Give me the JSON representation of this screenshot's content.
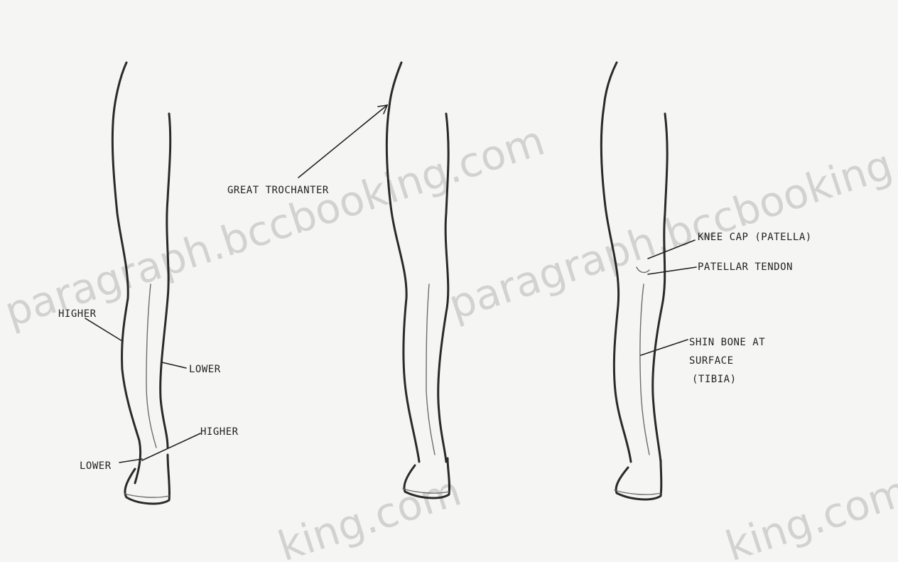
{
  "figure1": {
    "labels": {
      "higher_top": "HIGHER",
      "lower_mid": "LOWER",
      "higher_ankle": "HIGHER",
      "lower_ankle": "LOWER"
    }
  },
  "figure2": {
    "labels": {
      "trochanter": "GREAT TROCHANTER"
    }
  },
  "figure3": {
    "labels": {
      "kneecap": "KNEE CAP (PATELLA)",
      "patellar_tendon": "PATELLAR TENDON",
      "shin_line1": "SHIN BONE AT",
      "shin_line2": "SURFACE",
      "shin_line3": "(TIBIA)"
    }
  },
  "watermark": {
    "text_main": "paragraph.bccbooking.com",
    "text_bottom": "king.com"
  }
}
